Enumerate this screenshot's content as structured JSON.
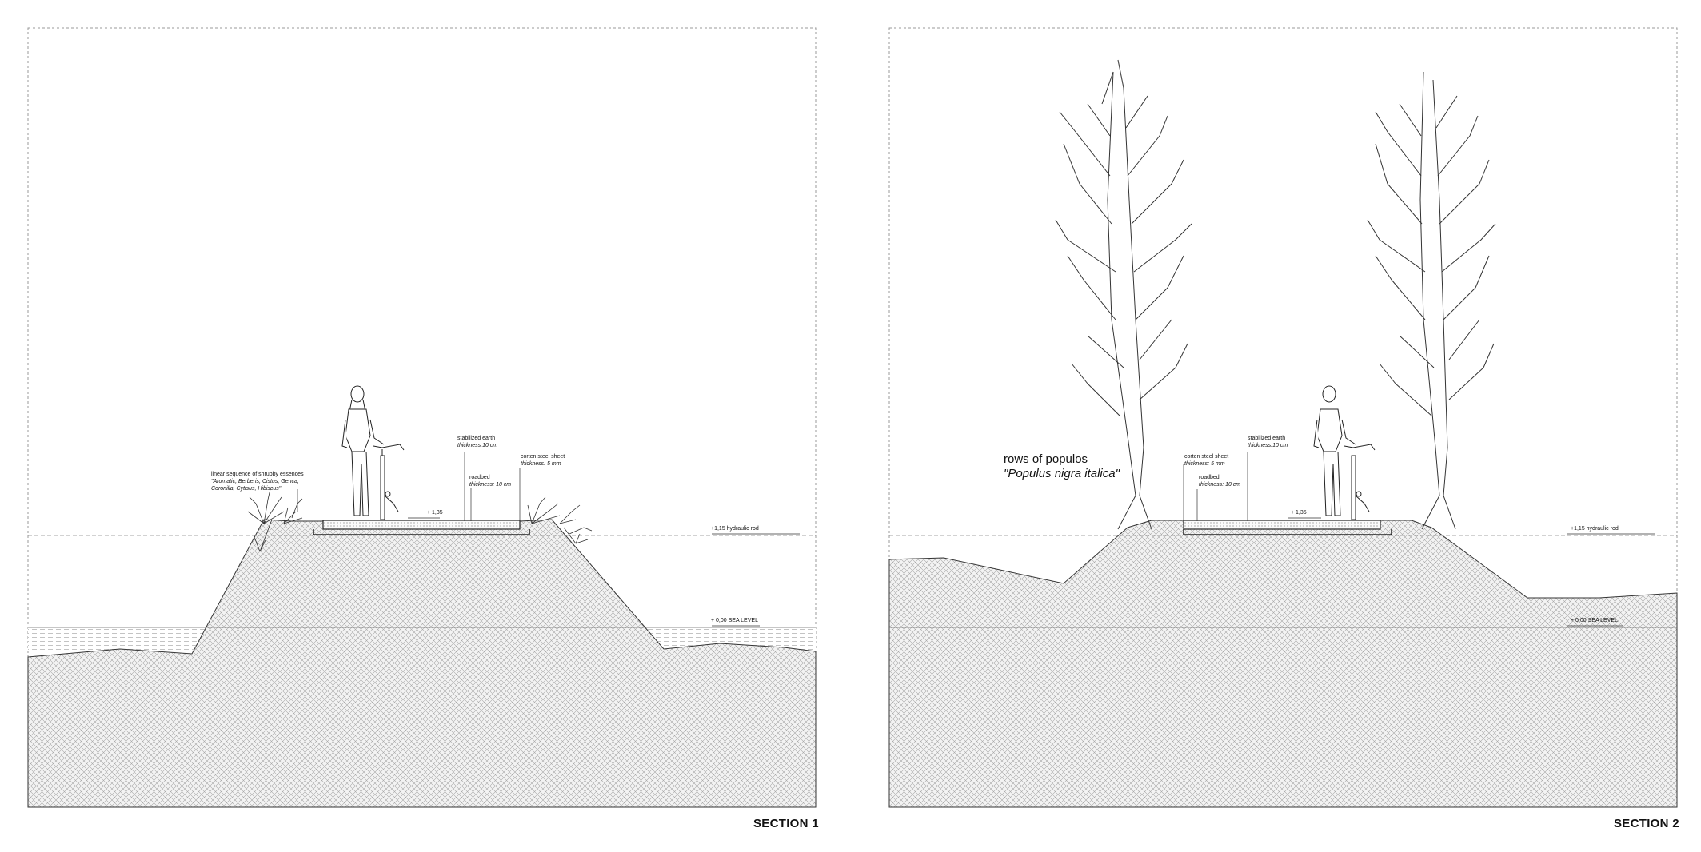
{
  "section1": {
    "title": "SECTION 1",
    "shrubs": {
      "line1": "linear sequence of shrubby essences",
      "line2": "\"Aromatic, Berberis, Cistus, Genca,",
      "line3": "Coronilla, Cytisus, Hibiscus\""
    },
    "stabilized_earth": {
      "line1": "stabilized earth",
      "line2": "thickness:10 cm"
    },
    "roadbed": {
      "line1": "roadbed",
      "line2": "thickness: 10 cm"
    },
    "corten": {
      "line1": "corten steel sheet",
      "line2": "thickness: 5 mm"
    },
    "elevation_top": "+ 1,35",
    "hydraulic": "+1,15 hydraulic rod",
    "sea_level": "+ 0,00 SEA LEVEL"
  },
  "section2": {
    "title": "SECTION 2",
    "populos": {
      "line1": "rows of populos",
      "line2": "\"Populus nigra italica\""
    },
    "corten": {
      "line1": "corten steel sheet",
      "line2": "thickness: 5 mm"
    },
    "roadbed": {
      "line1": "roadbed",
      "line2": "thickness: 10 cm"
    },
    "stabilized_earth": {
      "line1": "stabilized earth",
      "line2": "thickness:10 cm"
    },
    "elevation_top": "+ 1,35",
    "hydraulic": "+1,15 hydraulic rod",
    "sea_level": "+ 0,00 SEA LEVEL"
  },
  "colors": {
    "line": "#222222",
    "hatch": "#9a9a9a",
    "frame": "#9a9a9a",
    "ground": "#f4f4f4"
  }
}
